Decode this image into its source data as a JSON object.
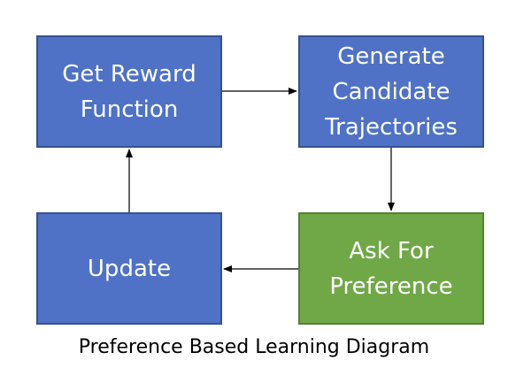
{
  "nodes": {
    "get_reward": "Get Reward\nFunction",
    "generate": "Generate\nCandidate\nTrajectories",
    "ask_preference": "Ask For\nPreference",
    "update": "Update"
  },
  "edges": [
    {
      "from": "get_reward",
      "to": "generate"
    },
    {
      "from": "generate",
      "to": "ask_preference"
    },
    {
      "from": "ask_preference",
      "to": "update"
    },
    {
      "from": "update",
      "to": "get_reward"
    }
  ],
  "caption": "Preference Based Learning Diagram",
  "colors": {
    "blue_fill": "#4f72c6",
    "blue_border": "#34528f",
    "green_fill": "#70a847",
    "green_border": "#557f35",
    "arrow": "#000000"
  }
}
